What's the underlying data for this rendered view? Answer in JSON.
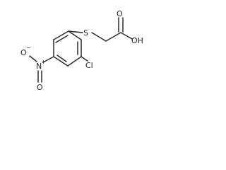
{
  "molecule": {
    "atoms": {
      "sulfur": "S",
      "hydroxyl": "OH",
      "carbonyl_oxygen": "O",
      "chlorine": "Cl",
      "nitro_nitrogen": "N",
      "nitro_nitrogen_charge": "+",
      "nitro_oxygen_top": "O",
      "nitro_oxygen_top_charge": "−",
      "nitro_oxygen_bottom": "O"
    }
  }
}
